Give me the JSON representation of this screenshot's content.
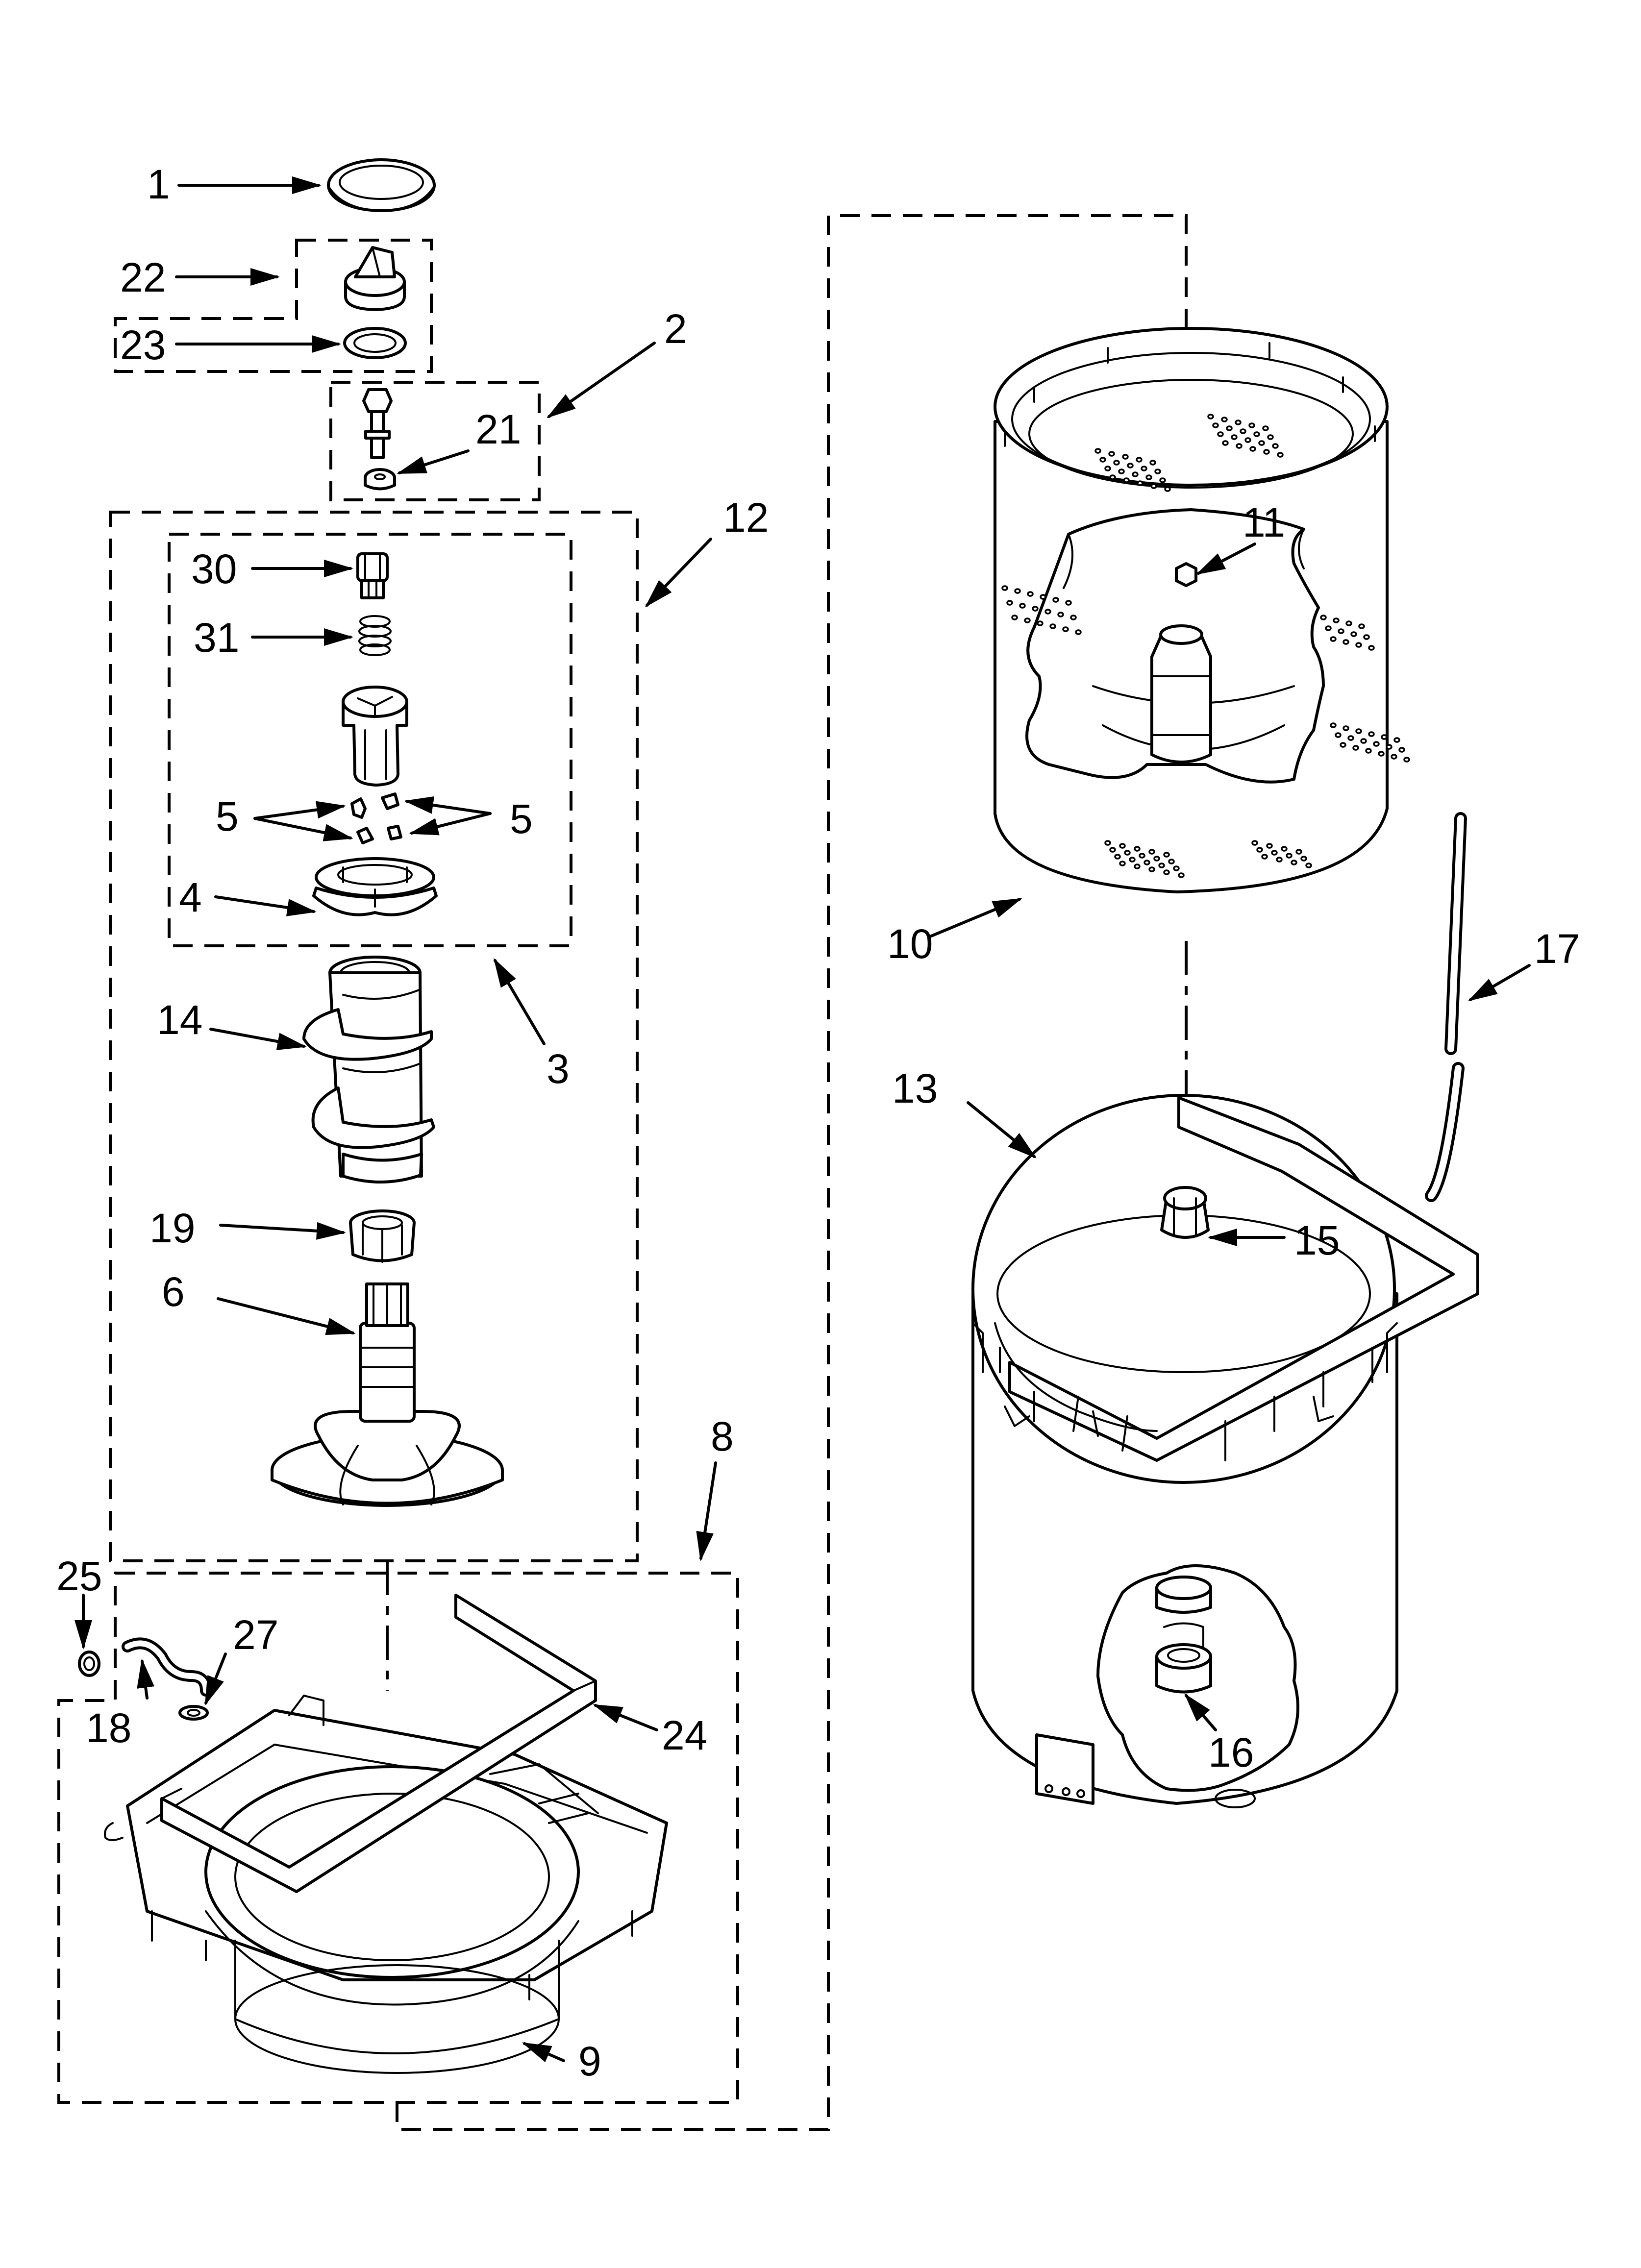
{
  "parts": {
    "p1": "1",
    "p2": "2",
    "p3": "3",
    "p4": "4",
    "p5a": "5",
    "p5b": "5",
    "p6": "6",
    "p8": "8",
    "p9": "9",
    "p10": "10",
    "p11": "11",
    "p12": "12",
    "p13": "13",
    "p14": "14",
    "p15": "15",
    "p16": "16",
    "p17": "17",
    "p18": "18",
    "p19": "19",
    "p21": "21",
    "p22": "22",
    "p23": "23",
    "p24": "24",
    "p25": "25",
    "p27": "27",
    "p30": "30",
    "p31": "31"
  },
  "style": {
    "ink": "#000000",
    "paper": "#ffffff"
  }
}
